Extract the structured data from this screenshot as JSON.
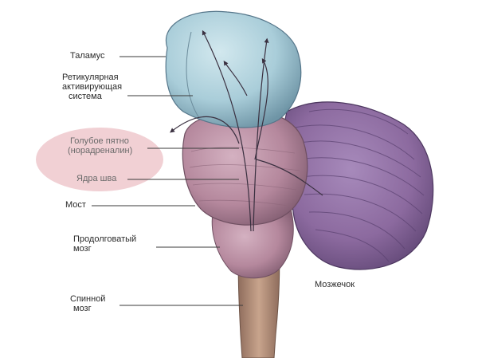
{
  "labels": {
    "thalamus": "Таламус",
    "reticular_1": "Ретикулярная",
    "reticular_2": "активирующая",
    "reticular_3": "система",
    "locus_1": "Голубое пятно",
    "locus_2": "(норадреналин)",
    "raphe": "Ядра шва",
    "pons": "Мост",
    "medulla_1": "Продолговатый",
    "medulla_2": "мозг",
    "spinal_1": "Спинной",
    "spinal_2": "мозг",
    "cerebellum": "Мозжечок"
  },
  "colors": {
    "thalamus_fill": "#a9cdd9",
    "brainstem_fill": "#b5889d",
    "cerebellum_fill": "#8c6a9f",
    "spinal_fill": "#b48f78",
    "highlight": "#f1d0d4",
    "leader_line": "#3a3a3a"
  }
}
